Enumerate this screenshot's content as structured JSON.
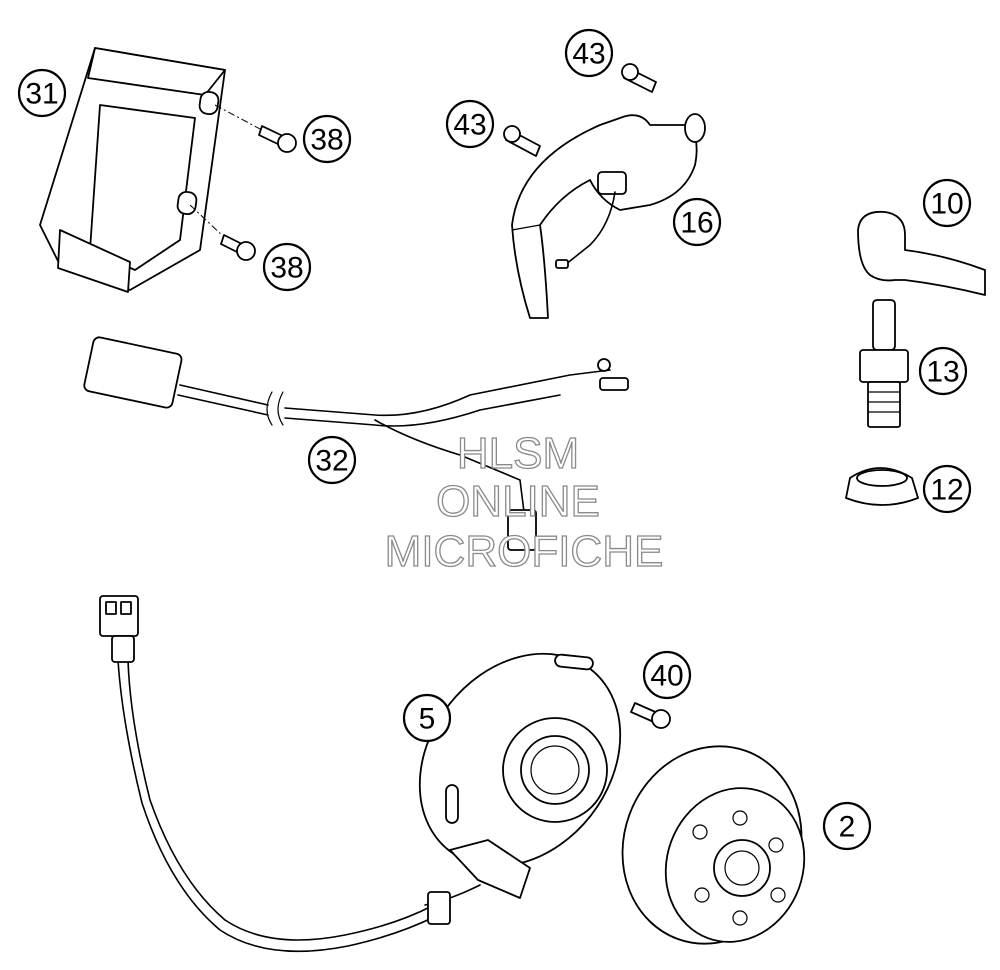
{
  "callouts": [
    {
      "id": "31",
      "label": "31"
    },
    {
      "id": "38a",
      "label": "38"
    },
    {
      "id": "38b",
      "label": "38"
    },
    {
      "id": "43a",
      "label": "43"
    },
    {
      "id": "43b",
      "label": "43"
    },
    {
      "id": "16",
      "label": "16"
    },
    {
      "id": "10",
      "label": "10"
    },
    {
      "id": "13",
      "label": "13"
    },
    {
      "id": "12",
      "label": "12"
    },
    {
      "id": "32",
      "label": "32"
    },
    {
      "id": "40",
      "label": "40"
    },
    {
      "id": "5",
      "label": "5"
    },
    {
      "id": "2",
      "label": "2"
    }
  ],
  "watermark": {
    "line1": "HLSM",
    "line2": "ONLINE",
    "line3": "MICROFICHE"
  }
}
